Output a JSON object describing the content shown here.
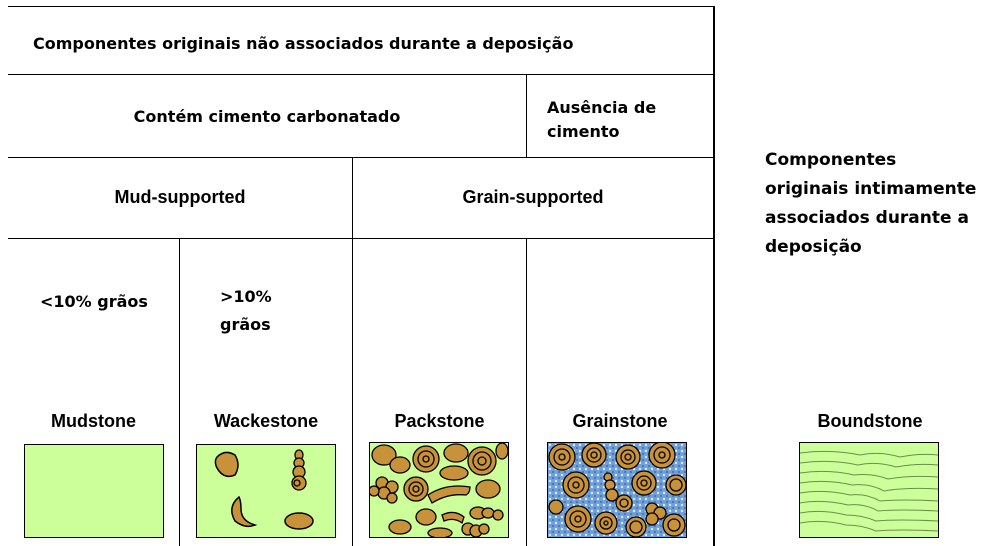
{
  "header": {
    "row1": "Componentes originais não associados durante a deposição",
    "cement": "Contém cimento carbonatado",
    "no_cement": "Ausência de cimento",
    "mud_supported": "Mud-supported",
    "grain_supported": "Grain-supported",
    "less10_bold": "<10%",
    "less10_rest": " grãos",
    "more10_bold": ">10%",
    "more10_rest": "grãos",
    "boundstone_desc": "Componentes originais intimamente associados durante a deposição"
  },
  "rock_types": {
    "mudstone": "Mudstone",
    "wackestone": "Wackestone",
    "packstone": "Packstone",
    "grainstone": "Grainstone",
    "boundstone": "Boundstone"
  },
  "colors": {
    "matrix_green": "#ccff99",
    "grain_brown": "#c8923a",
    "cement_blue": "#6f9fd8",
    "line": "#000000"
  }
}
